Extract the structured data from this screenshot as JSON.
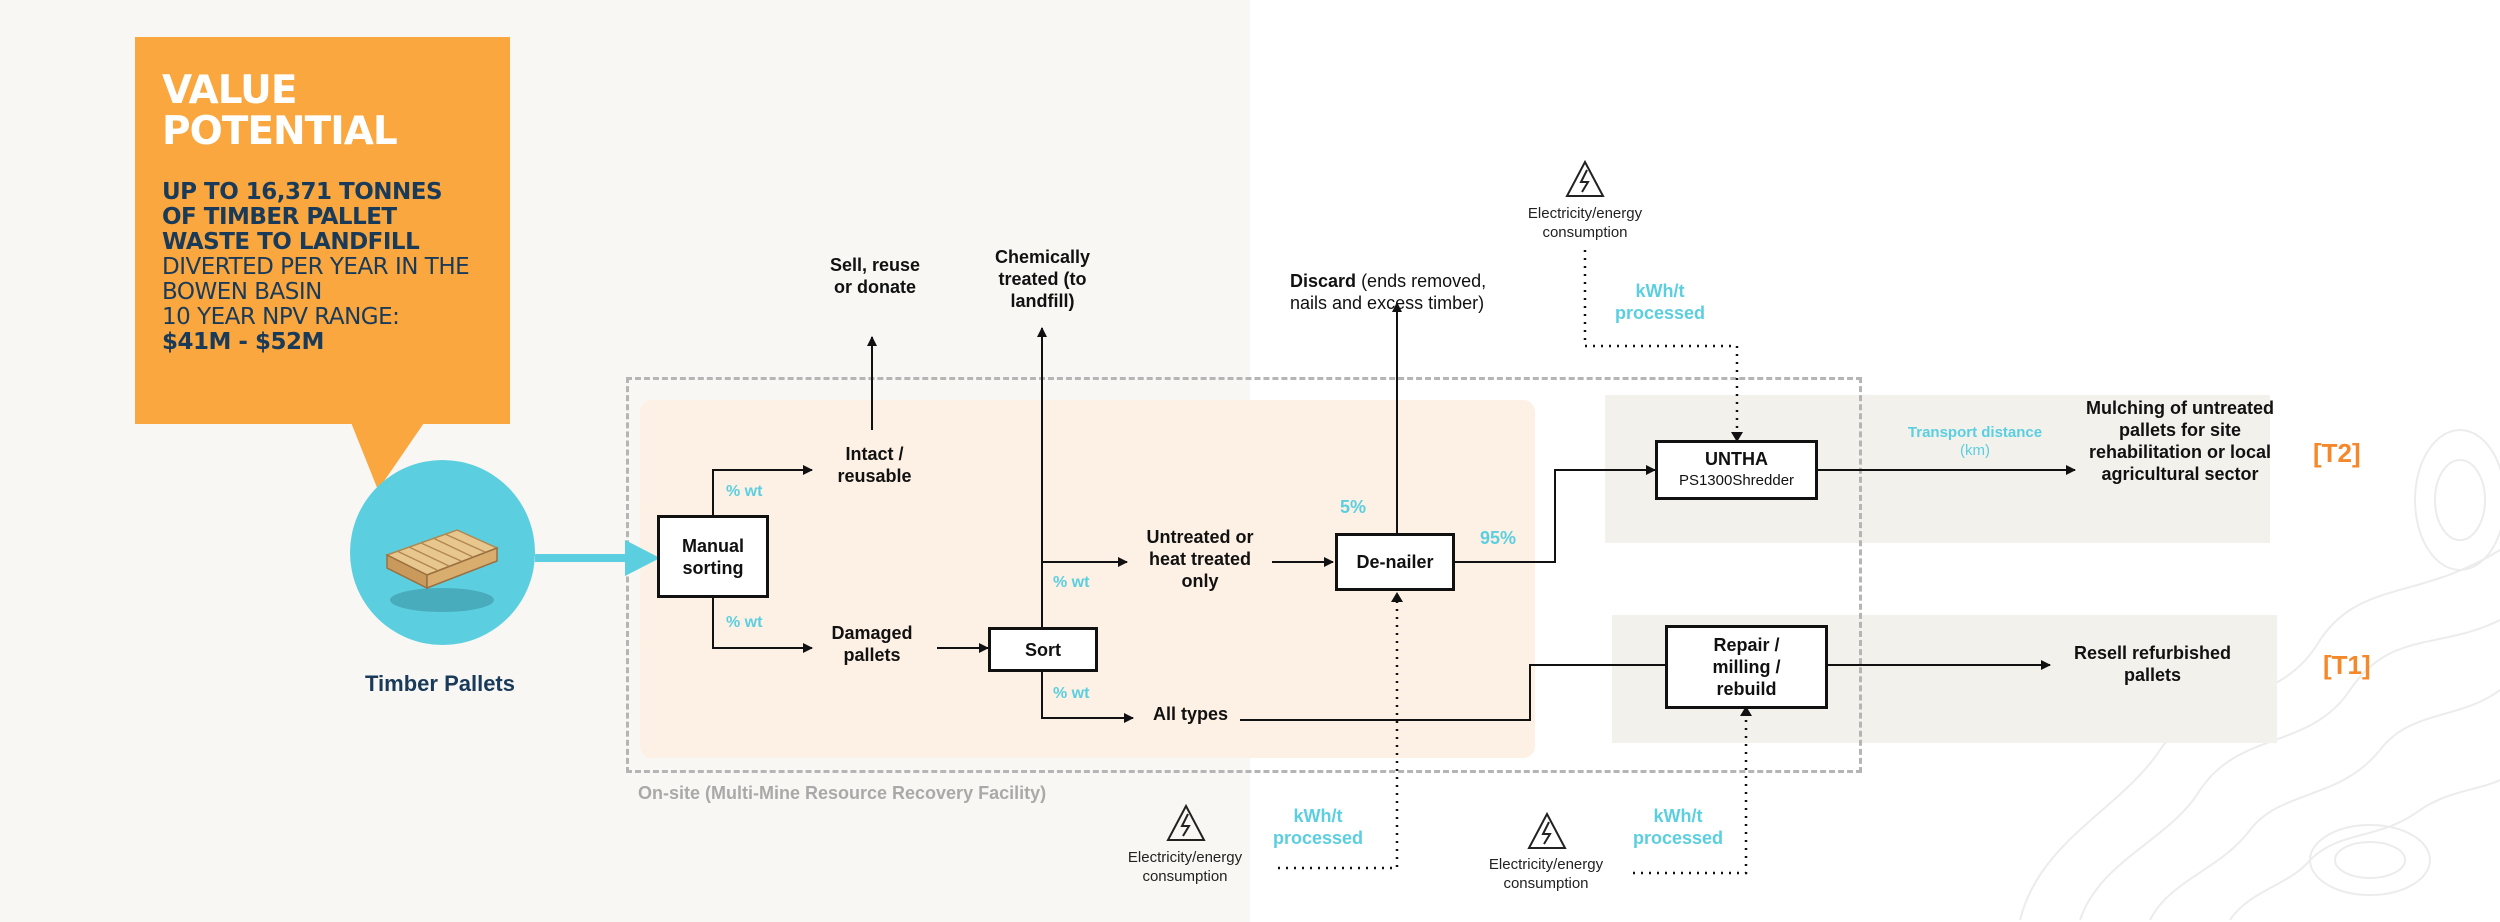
{
  "callout": {
    "title": "VALUE POTENTIAL",
    "line1": "UP TO 16,371 TONNES OF TIMBER PALLET WASTE TO LANDFILL",
    "line2": "DIVERTED PER YEAR IN THE BOWEN BASIN",
    "line3": "10 YEAR NPV RANGE:",
    "line4": "$41M - $52M"
  },
  "source": {
    "label": "Timber Pallets"
  },
  "facility": {
    "label": "On-site (Multi-Mine Resource Recovery Facility)"
  },
  "nodes": {
    "manual_sorting": "Manual sorting",
    "sort": "Sort",
    "denailer": "De-nailer",
    "untha_title": "UNTHA",
    "untha_sub": "PS1300Shredder",
    "repair": "Repair  / milling / rebuild"
  },
  "labels": {
    "intact": "Intact / reusable",
    "sell": "Sell, reuse or donate",
    "damaged": "Damaged pallets",
    "chemical": "Chemically treated (to landfill)",
    "untreated": "Untreated or heat treated only",
    "all_types": "All types",
    "discard_bold": "Discard",
    "discard_rest": "(ends removed, nails and excess timber)",
    "mulching": "Mulching of untreated pallets for site rehabilitation or local agricultural sector",
    "resell": "Resell refurbished pallets"
  },
  "percents": {
    "wt_intact": "% wt",
    "wt_damaged": "% wt",
    "wt_untreated": "% wt",
    "wt_all": "% wt",
    "five": "5%",
    "ninetyfive": "95%"
  },
  "energy": {
    "label": "Electricity/energy consumption",
    "unit": "kWh/t processed",
    "transport": "Transport distance",
    "transport_unit": "(km)"
  },
  "tiers": {
    "t2": "[T2]",
    "t1": "[T1]"
  },
  "icons": {
    "bolt": "lightning-bolt-icon",
    "pallet": "pallet-icon"
  },
  "colors": {
    "orange": "#f9a73e",
    "cyan": "#5bcfe0",
    "navy": "#1a3a5a",
    "tier": "#f5882a"
  }
}
